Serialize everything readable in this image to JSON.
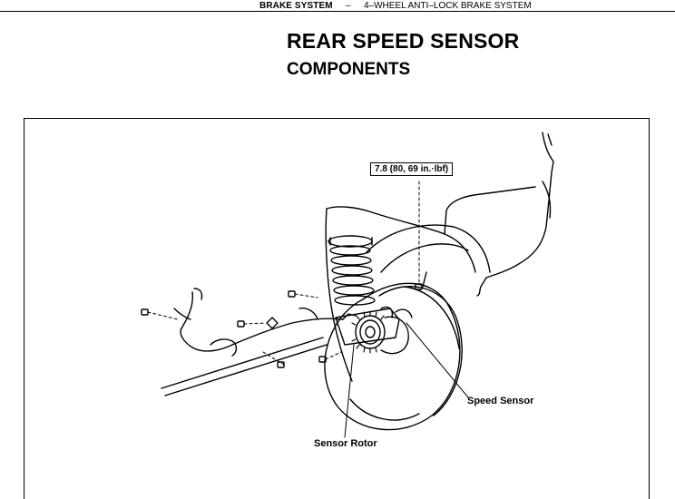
{
  "header": {
    "section": "BRAKE SYSTEM",
    "separator": "–",
    "subsection": "4–WHEEL ANTI–LOCK BRAKE SYSTEM"
  },
  "title": "REAR SPEED SENSOR",
  "subtitle": "COMPONENTS",
  "figure": {
    "torque_spec": "7.8 (80, 69 in.·lbf)",
    "labels": {
      "speed_sensor": "Speed Sensor",
      "sensor_rotor": "Sensor Rotor"
    }
  }
}
